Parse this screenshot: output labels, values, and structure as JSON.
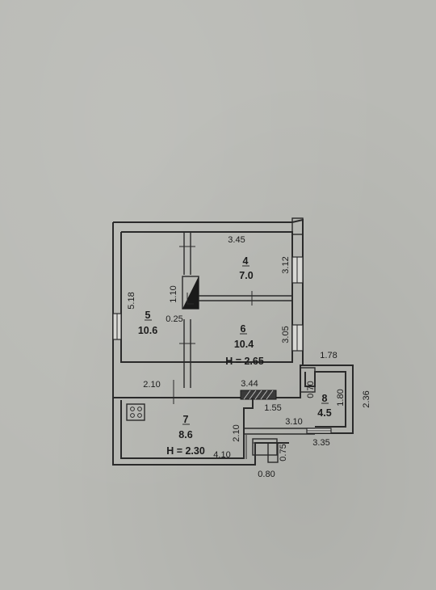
{
  "rooms": [
    {
      "number": "4",
      "area": "7.0"
    },
    {
      "number": "5",
      "area": "10.6"
    },
    {
      "number": "6",
      "area": "10.4",
      "height": "H = 2.65"
    },
    {
      "number": "7",
      "area": "8.6",
      "height": "H = 2.30"
    },
    {
      "number": "8",
      "area": "4.5"
    }
  ],
  "dimensions": {
    "top_width": "3.45",
    "room4_height": "3.12",
    "room5_height": "5.18",
    "stair_length": "1.10",
    "stair_width": "0.25",
    "room6_height": "3.05",
    "room6_width": "3.44",
    "room5_width": "2.10",
    "annex_width": "1.78",
    "annex_inner_height": "1.80",
    "annex_outer_height": "2.36",
    "annex_step": "0.70",
    "kitchen_step_width": "1.55",
    "kitchen_mid_width": "3.10",
    "kitchen_depth": "2.10",
    "kitchen_width": "4.10",
    "bottom_right_width": "3.35",
    "niche_width": "0.80",
    "niche_depth": "0.75"
  }
}
